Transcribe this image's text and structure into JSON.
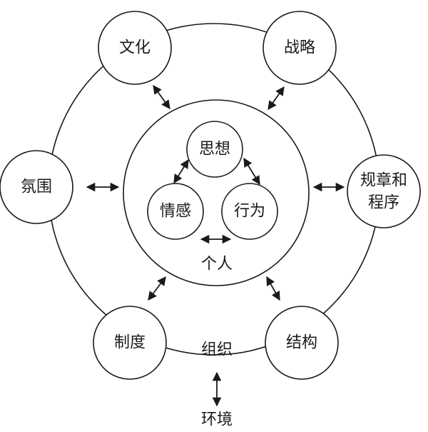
{
  "outer_nodes": {
    "culture": "文化",
    "strategy": "战略",
    "climate": "氛围",
    "rules_line1": "规章和",
    "rules_line2": "程序",
    "system": "制度",
    "structure": "结构"
  },
  "inner_nodes": {
    "thought": "思想",
    "emotion": "情感",
    "behavior": "行为"
  },
  "labels": {
    "individual": "个人",
    "organization": "组织",
    "environment": "环境"
  }
}
